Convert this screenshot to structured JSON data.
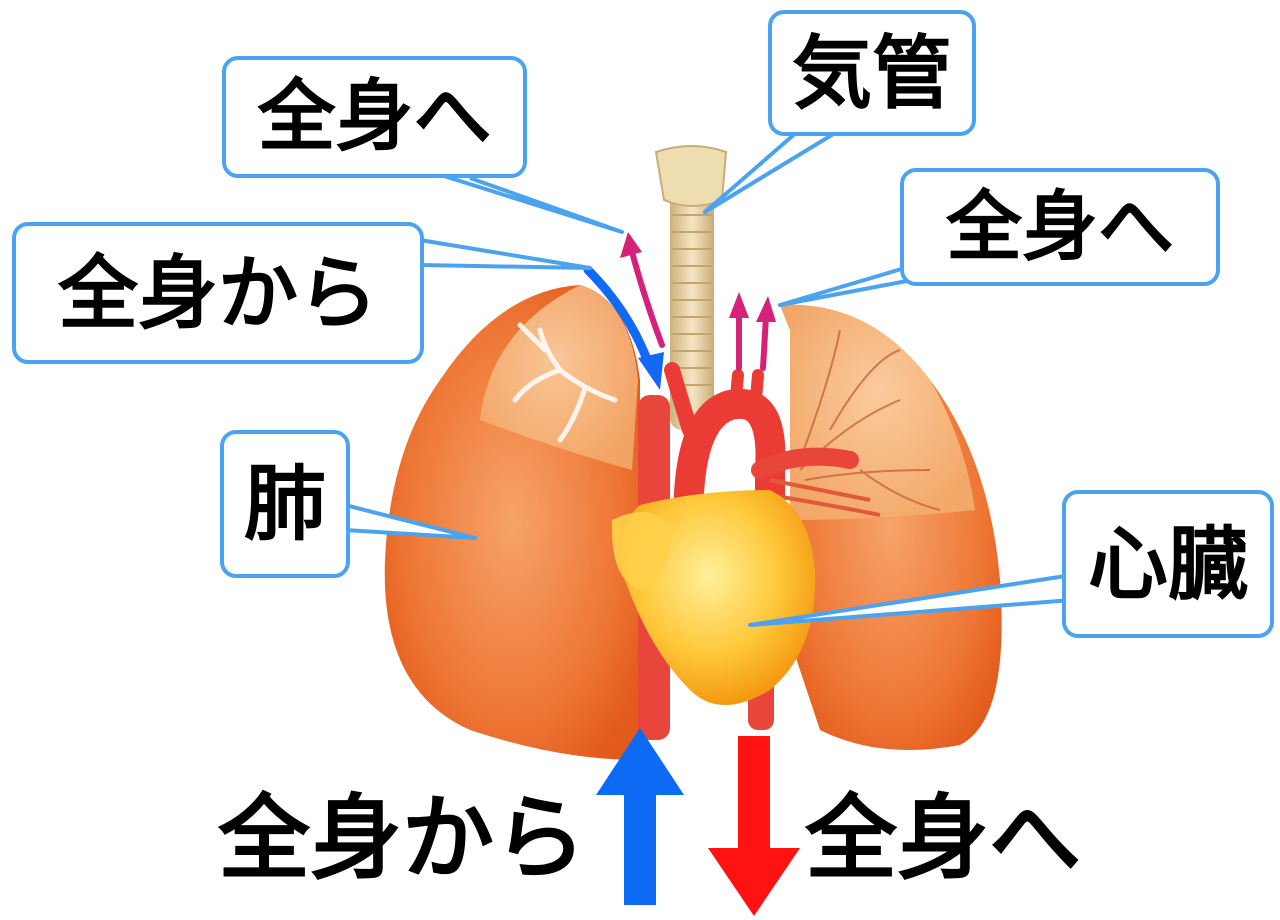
{
  "labels": {
    "to_body_top": "全身へ",
    "trachea": "気管",
    "to_body_right": "全身へ",
    "from_body_left": "全身から",
    "lung": "肺",
    "heart": "心臓",
    "from_body_bottom": "全身から",
    "to_body_bottom": "全身へ"
  },
  "colors": {
    "callout_border": "#4ba3f0",
    "arrow_from_body": "#1169f5",
    "arrow_to_body": "#ff1a1a",
    "small_arrow": "#d6217a",
    "lung": "#f07a3a",
    "heart": "#ffbf2e",
    "vessel": "#e8463a",
    "trachea": "#e9d6a8"
  }
}
